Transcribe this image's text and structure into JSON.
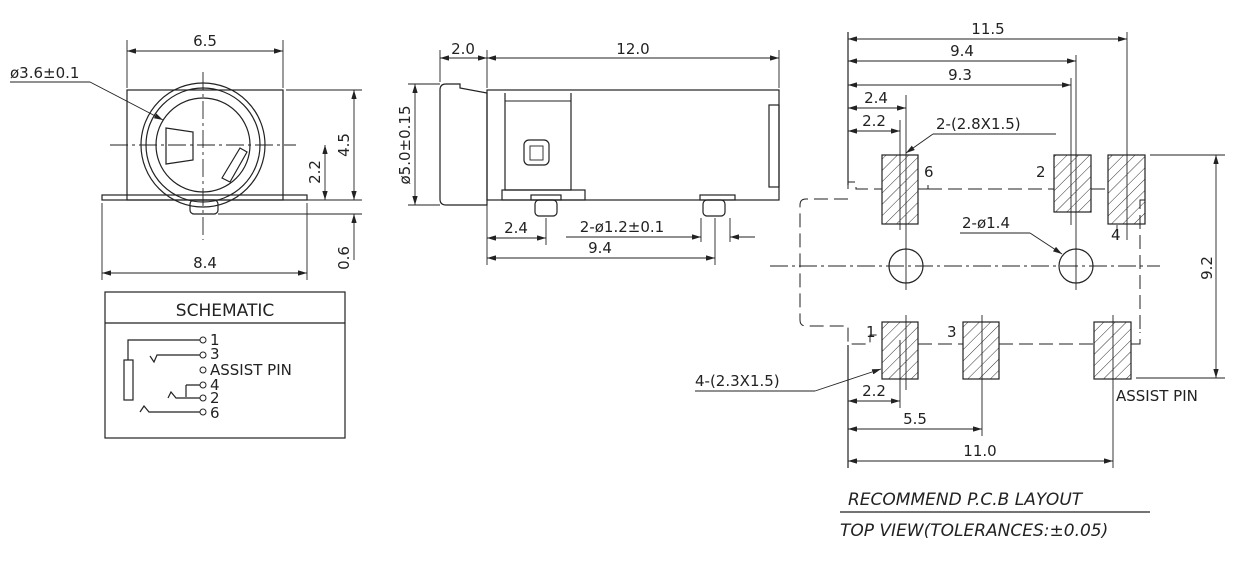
{
  "front_view": {
    "width_top": "6.5",
    "width_bottom": "8.4",
    "bore": "ø3.6±0.1",
    "height": "4.5",
    "center_height": "2.2",
    "standoff": "0.6"
  },
  "side_view": {
    "cap_length": "2.0",
    "body_length": "12.0",
    "diameter": "ø5.0±0.15",
    "pin_offset": "2.4",
    "pin_spec": "2-ø1.2±0.1",
    "pin_spacing": "9.4"
  },
  "schematic": {
    "title": "SCHEMATIC",
    "pins": [
      "1",
      "3",
      "ASSIST PIN",
      "4",
      "2",
      "6"
    ]
  },
  "pcb_layout": {
    "dims": {
      "d11_5": "11.5",
      "d9_4": "9.4",
      "d9_3": "9.3",
      "d2_4": "2.4",
      "d2_2_top": "2.2",
      "d9_2": "9.2",
      "d2_2_bottom": "2.2",
      "d5_5": "5.5",
      "d11_0": "11.0"
    },
    "pad_large": "2-(2.8X1.5)",
    "pad_small": "4-(2.3X1.5)",
    "holes": "2-ø1.4",
    "pin_labels": {
      "p6": "6",
      "p2": "2",
      "p4": "4",
      "p1": "1",
      "p3": "3"
    },
    "assist_pin": "ASSIST PIN",
    "caption_line1": "RECOMMEND P.C.B LAYOUT",
    "caption_line2": "TOP VIEW(TOLERANCES:±0.05)"
  }
}
